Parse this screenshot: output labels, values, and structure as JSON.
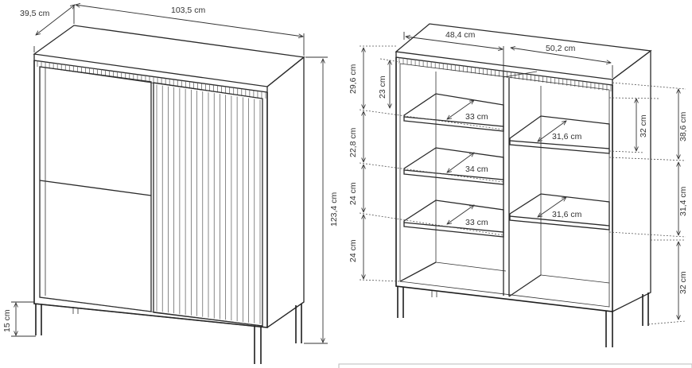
{
  "left_view": {
    "depth": "39,5 cm",
    "width": "103,5 cm",
    "height": "123,4 cm",
    "leg_height": "15 cm"
  },
  "right_view": {
    "left_compartment_width": "48,4 cm",
    "right_compartment_width": "50,2 cm",
    "top_section_height": "29,6 cm",
    "slat_band_height": "23 cm",
    "shelf_gap_2": "22,8 cm",
    "shelf_gap_3": "24 cm",
    "shelf_gap_4": "24 cm",
    "right_top_height": "38,6 cm",
    "right_inner_height": "32 cm",
    "right_mid_height": "31,4 cm",
    "right_bottom_height": "32 cm",
    "shelf_depth_1": "33 cm",
    "shelf_depth_2": "34 cm",
    "shelf_depth_3": "33 cm",
    "right_shelf_depth_1": "31,6 cm",
    "right_shelf_depth_2": "31,6 cm"
  }
}
